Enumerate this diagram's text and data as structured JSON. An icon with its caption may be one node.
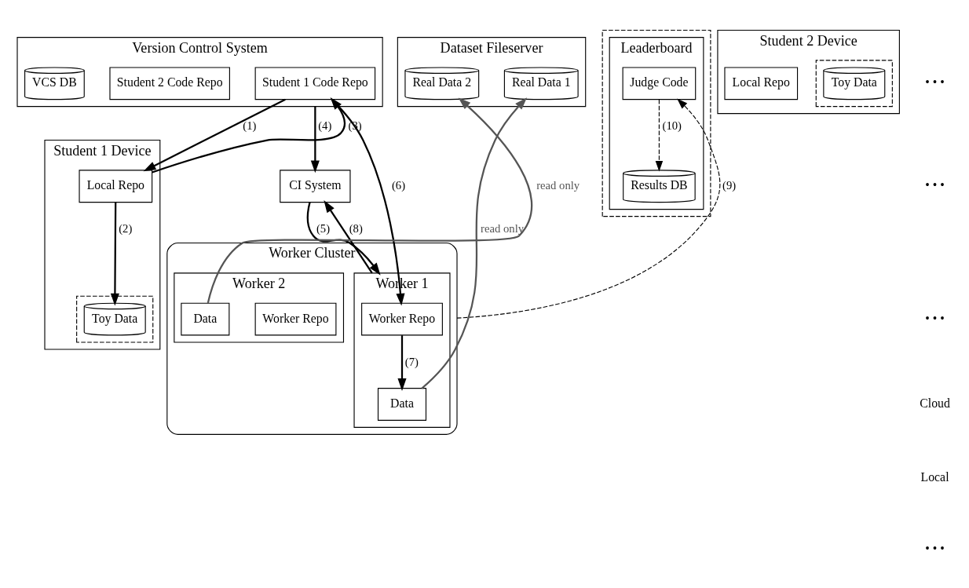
{
  "diagram": {
    "nodes": [
      {
        "text": [
          "Version Control System"
        ]
      },
      {
        "text": [
          "Student 1 Code Repo"
        ],
        "in": 0
      },
      {
        "text": [
          "Student 2 Code Repo"
        ],
        "in": 0
      },
      {
        "text": [
          "VCS DB"
        ],
        "in": 0
      },
      {
        "text": [
          "Dataset Fileserver"
        ]
      },
      {
        "text": [
          "Real Data 1"
        ],
        "in": 4
      },
      {
        "text": [
          "Real Data 2"
        ],
        "in": 4
      },
      {
        "text": [
          "CI System"
        ]
      },
      {
        "text": [],
        "shape": "box"
      },
      {
        "text": [
          "Leaderboard"
        ],
        "in": 8
      },
      {
        "text": [
          "Judge Code"
        ],
        "in": 9
      },
      {
        "text": [
          "Results DB"
        ],
        "in": 9
      },
      {
        "text": [
          "Worker Cluster"
        ]
      },
      {
        "text": [
          "Worker 1"
        ],
        "in": 12
      },
      {
        "text": [
          "Worker Repo"
        ],
        "in": 13
      },
      {
        "text": [
          "Data"
        ],
        "in": 13
      },
      {
        "text": [
          "Worker 2"
        ],
        "in": 12
      },
      {
        "text": [
          "Worker Repo"
        ],
        "in": 16
      },
      {
        "text": [
          "Data"
        ],
        "in": 16
      },
      {
        "text": [
          "Student 1 Device"
        ]
      },
      {
        "text": [
          "Local Repo"
        ],
        "in": 19
      },
      {
        "text": [],
        "shape": "box",
        "in": 19
      },
      {
        "text": [
          "Toy Data"
        ],
        "in": 21
      },
      {
        "text": [
          "Student 2 Device"
        ]
      },
      {
        "text": [
          "Local Repo"
        ],
        "in": 23
      },
      {
        "text": [],
        "shape": "box",
        "in": 23
      },
      {
        "text": [
          "Toy Data"
        ],
        "in": 25
      }
    ],
    "edges": [
      {
        "from": 1,
        "to": 20,
        "arrow": "to",
        "label": "(1)"
      },
      {
        "from": 20,
        "to": 22,
        "arrow": "to",
        "label": "(2)"
      },
      {
        "from": 20,
        "to": 1,
        "arrow": "to",
        "label": "(3)"
      },
      {
        "from": 0,
        "to": 7,
        "arrow": "to",
        "label": "(4)"
      },
      {
        "from": 7,
        "to": 13,
        "arrow": "to",
        "label": "(5)"
      },
      {
        "from": 1,
        "to": 14,
        "arrow": "to",
        "label": "(6)"
      },
      {
        "from": 14,
        "to": 15,
        "arrow": "to",
        "label": "(7)"
      },
      {
        "from": 13,
        "to": 7,
        "arrow": "to",
        "label": "(8)"
      },
      {
        "from": 12,
        "to": 10,
        "arrow": "to",
        "label": "(9)",
        "style": "dashed"
      },
      {
        "from": 10,
        "to": 11,
        "arrow": "to",
        "label": "(10)",
        "style": "dashed"
      },
      {
        "from": 15,
        "to": 5,
        "arrow": "to",
        "label": "read only",
        "color": "#555555"
      },
      {
        "from": 18,
        "to": 6,
        "arrow": "to",
        "label": "read only",
        "color": "#555555"
      }
    ],
    "labels": [
      "• • •",
      "• • •",
      "• • •",
      "Cloud",
      "Local",
      "• • •"
    ]
  }
}
